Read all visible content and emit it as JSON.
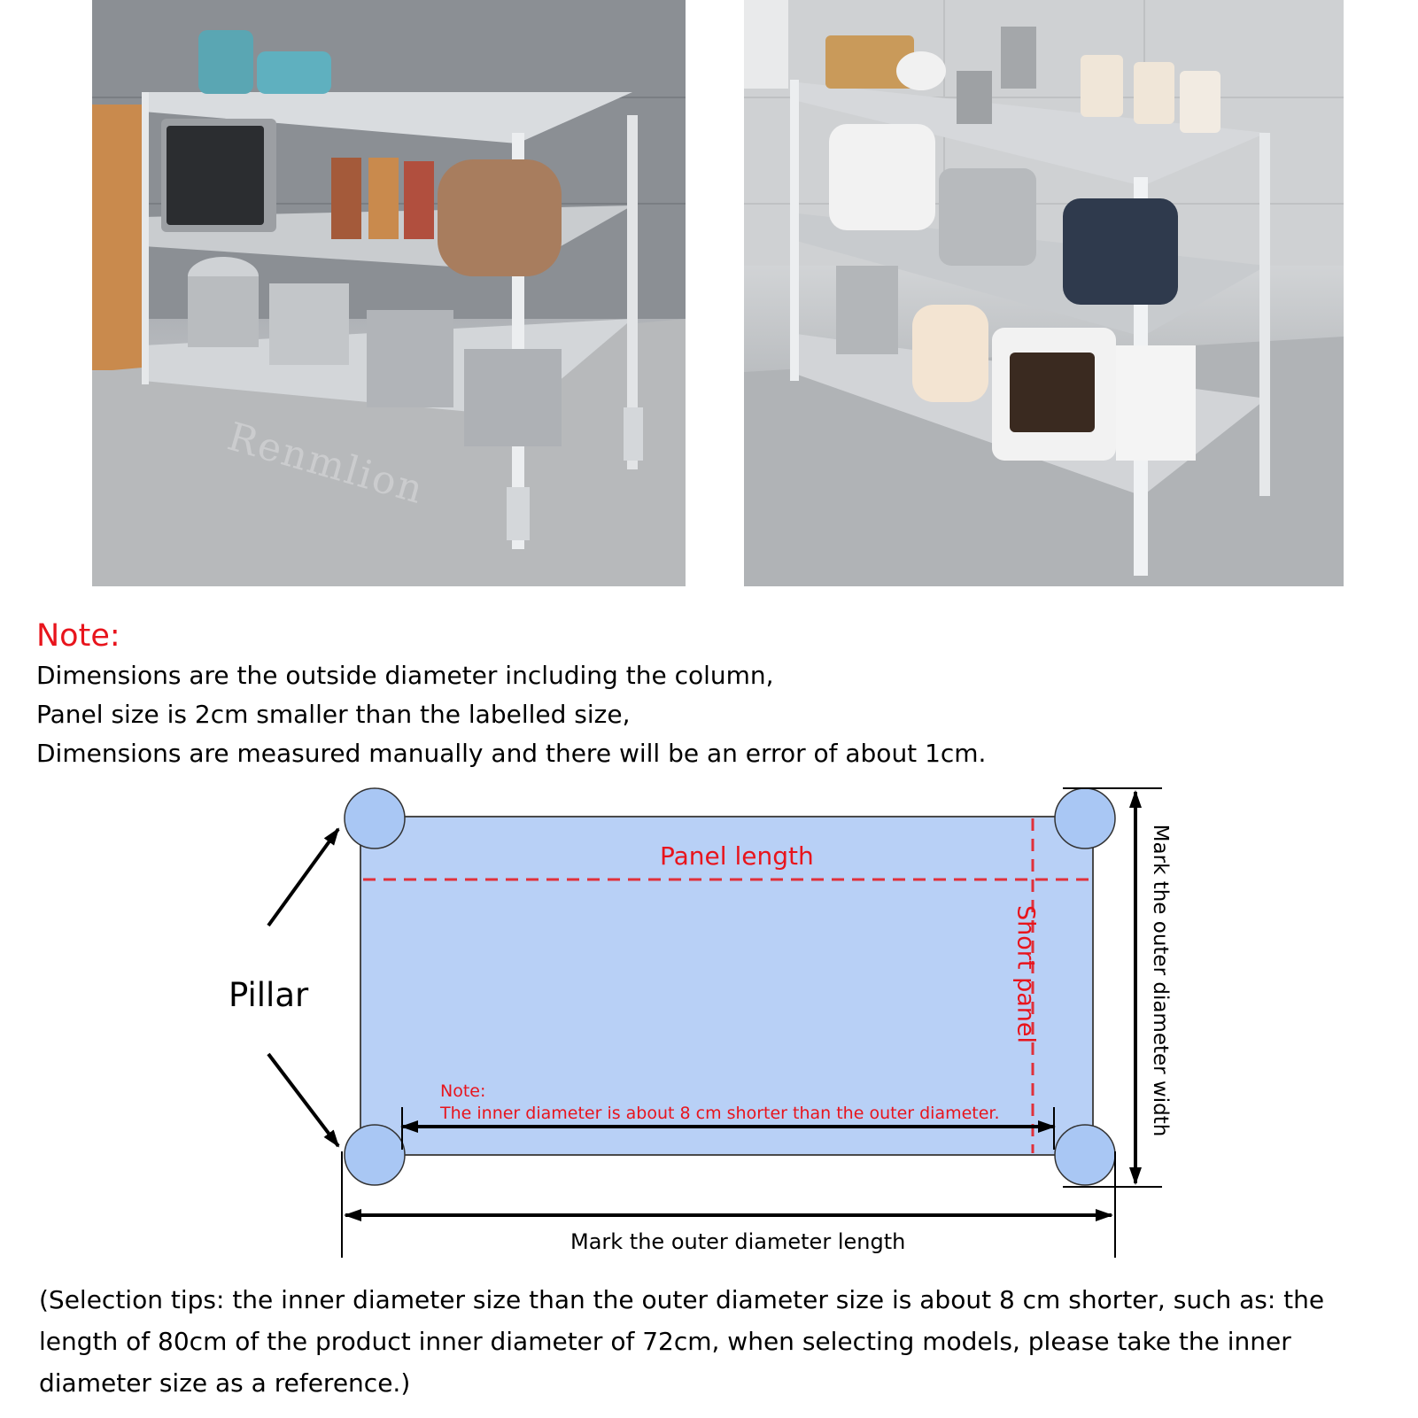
{
  "photos": {
    "left": {
      "watermark": "Renmlion"
    },
    "right": {}
  },
  "note": {
    "title": "Note:",
    "lines": [
      "Dimensions are the outside diameter including the column,",
      "Panel size is 2cm smaller than the labelled size,",
      "Dimensions are measured manually and there will be an error of about 1cm."
    ]
  },
  "diagram": {
    "pillar_label": "Pillar",
    "panel_length_label": "Panel length",
    "short_panel_label": "Short panel",
    "outer_width_label": "Mark the outer diameter width",
    "outer_length_label": "Mark the outer diameter length",
    "inner_note_title": "Note:",
    "inner_note_text": "The inner diameter is about 8 cm shorter than the outer diameter.",
    "colors": {
      "panel_fill": "#b8d0f6",
      "pillar_fill": "#a9c7f4",
      "dashed_red": "#e0303a",
      "red_text": "#e8141c"
    }
  },
  "tips": "(Selection tips: the inner diameter size than the outer diameter size is about 8 cm shorter, such as: the length of 80cm of the product inner diameter of 72cm, when selecting models, please take the inner diameter size as a reference.)"
}
